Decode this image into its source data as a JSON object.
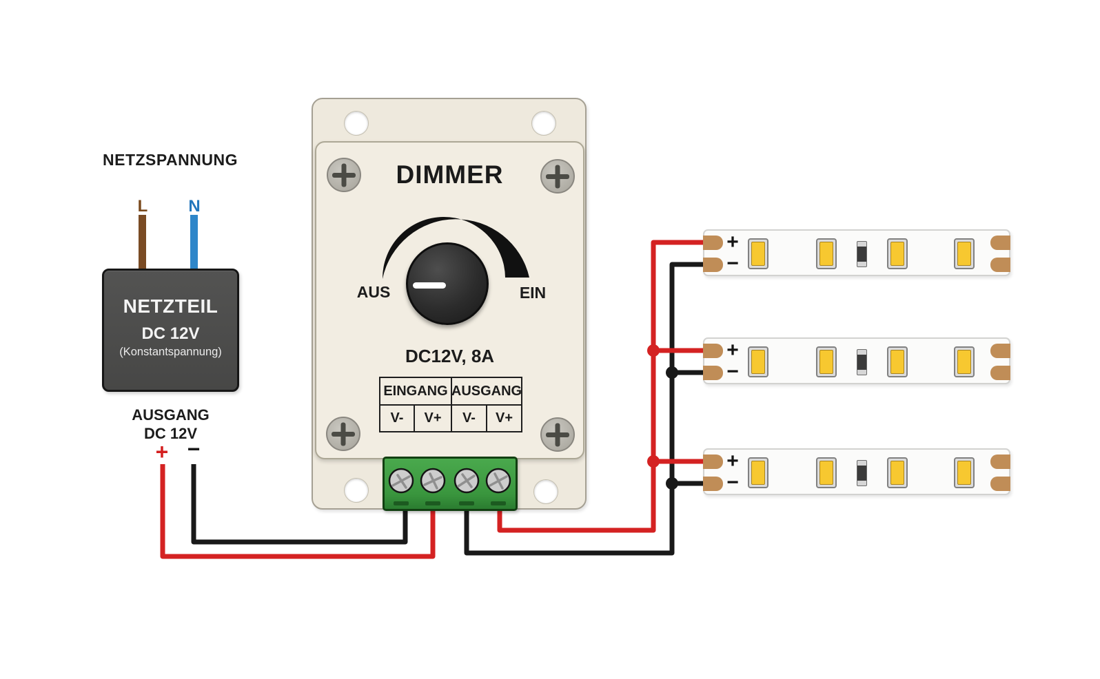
{
  "mains": {
    "title": "NETZSPANNUNG",
    "line_label": "L",
    "neutral_label": "N"
  },
  "psu": {
    "name": "NETZTEIL",
    "voltage": "DC 12V",
    "note": "(Konstantspannung)",
    "output_title": "AUSGANG",
    "output_voltage": "DC 12V",
    "plus": "+",
    "minus": "−"
  },
  "dimmer": {
    "title": "DIMMER",
    "scale_min": "AUS",
    "scale_max": "EIN",
    "rating": "DC12V, 8A",
    "table": {
      "input_header": "EINGANG",
      "output_header": "AUSGANG",
      "cells": [
        "V-",
        "V+",
        "V-",
        "V+"
      ]
    },
    "terminal_count": 4
  },
  "strips": {
    "count": 3,
    "plus": "+",
    "minus": "−",
    "leds_per_strip": 4,
    "resistors_per_strip": 1
  },
  "colors": {
    "wire_red": "#d42222",
    "wire_black": "#191919",
    "wire_brown": "#7a4b24",
    "wire_blue": "#2e86c9",
    "psu_body": "#4b4b4a",
    "panel_cream": "#f2ede2",
    "terminal_green": "#3a963e",
    "led_yellow": "#f7c830",
    "pad_copper": "#c08d57"
  }
}
